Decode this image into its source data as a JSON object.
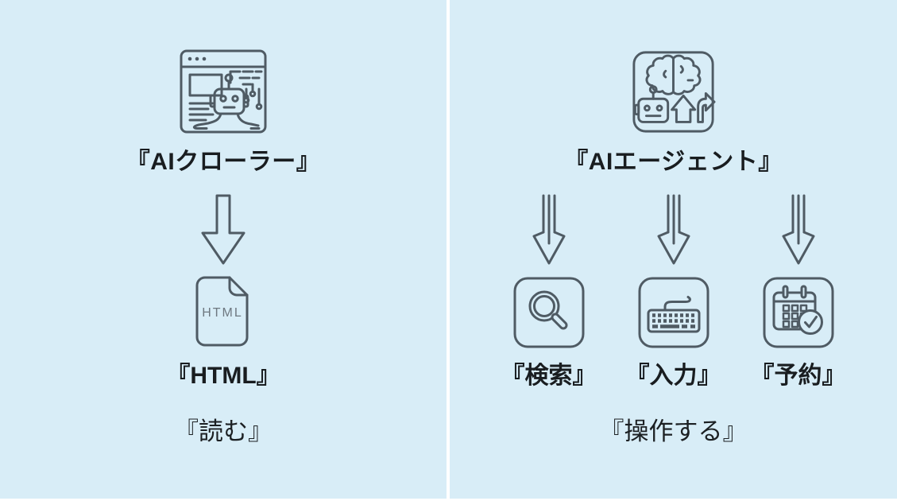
{
  "left_panel": {
    "title": "『AIクローラー』",
    "main_icon": "robot-crawling-browser-icon",
    "arrow_icon": "down-block-arrow",
    "file_icon": "html-file-icon",
    "file_icon_text": "HTML",
    "output_label": "『HTML』",
    "action_label": "『読む』"
  },
  "right_panel": {
    "title": "『AIエージェント』",
    "main_icon": "brain-robot-agent-icon",
    "arrow_icon": "triple-line-down-arrow",
    "items": [
      {
        "icon": "magnifier-icon",
        "label": "『検索』"
      },
      {
        "icon": "keyboard-icon",
        "label": "『入力』"
      },
      {
        "icon": "calendar-check-icon",
        "label": "『予約』"
      }
    ],
    "action_label": "『操作する』"
  },
  "colors": {
    "panel_background": "#d8edf7",
    "divider": "#ffffff",
    "icon_stroke": "#4f5b64",
    "text": "#191d20"
  }
}
